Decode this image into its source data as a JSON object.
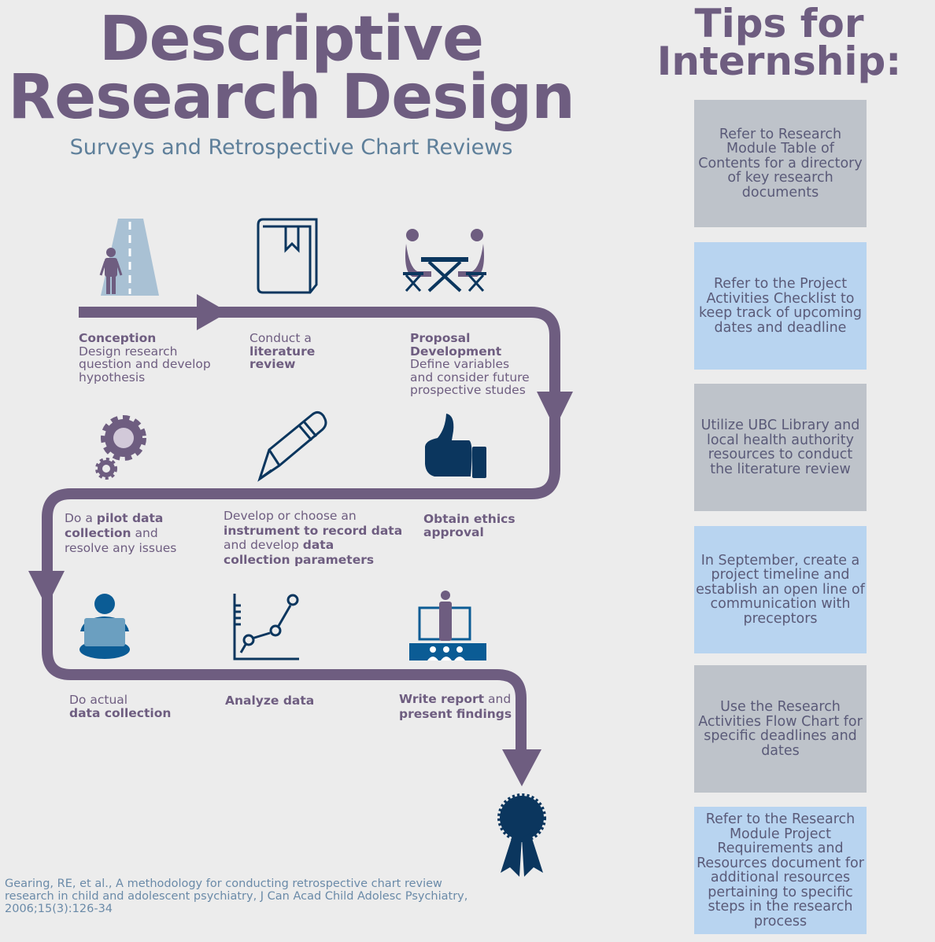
{
  "header": {
    "title_line1": "Descriptive",
    "title_line2": "Research Design",
    "subtitle": "Surveys and Retrospective Chart Reviews"
  },
  "colors": {
    "purple": "#6e5d80",
    "navy": "#0b365e",
    "tip_gray": "#bec3ca",
    "tip_blue": "#b8d4f0"
  },
  "steps": [
    {
      "icon": "road-person-icon",
      "bold": "Conception",
      "text": "Design research question and develop hypothesis"
    },
    {
      "icon": "book-icon",
      "pre": "Conduct a",
      "bold": "literature review"
    },
    {
      "icon": "meeting-table-icon",
      "bold": "Proposal Development",
      "text": "Define variables and consider future prospective studes"
    },
    {
      "icon": "gears-icon",
      "pre": "Do a",
      "bold": "pilot data collection",
      "post": "and",
      "text": "resolve any issues"
    },
    {
      "icon": "pencil-icon",
      "pre": "Develop or choose an",
      "bold": "instrument to record data",
      "mid": "and develop",
      "bold2": "data collection parameters"
    },
    {
      "icon": "thumbs-up-icon",
      "bold": "Obtain ethics approval"
    },
    {
      "icon": "person-laptop-icon",
      "pre": "Do actual",
      "bold": "data collection"
    },
    {
      "icon": "line-chart-icon",
      "bold": "Analyze data"
    },
    {
      "icon": "presenter-icon",
      "bold": "Write report",
      "post": "and",
      "bold2": "present findings"
    }
  ],
  "tips": {
    "title_line1": "Tips for",
    "title_line2": "Internship:",
    "items": [
      "Refer to Research Module Table of Contents for a directory of key research documents",
      "Refer to the Project Activities Checklist to keep track of upcoming dates and deadline",
      "Utilize UBC Library and local health authority resources to conduct the literature review",
      "In September, create a project timeline and establish an open line of communication with preceptors",
      "Use the Research Activities Flow Chart for specific deadlines and dates",
      "Refer to the Research Module Project Requirements and Resources document for additional resources pertaining to specific steps in the research process"
    ]
  },
  "citation": "Gearing, RE, et al., A methodology for conducting retrospective chart review research in child and adolescent psychiatry, J Can Acad Child Adolesc Psychiatry, 2006;15(3):126-34"
}
